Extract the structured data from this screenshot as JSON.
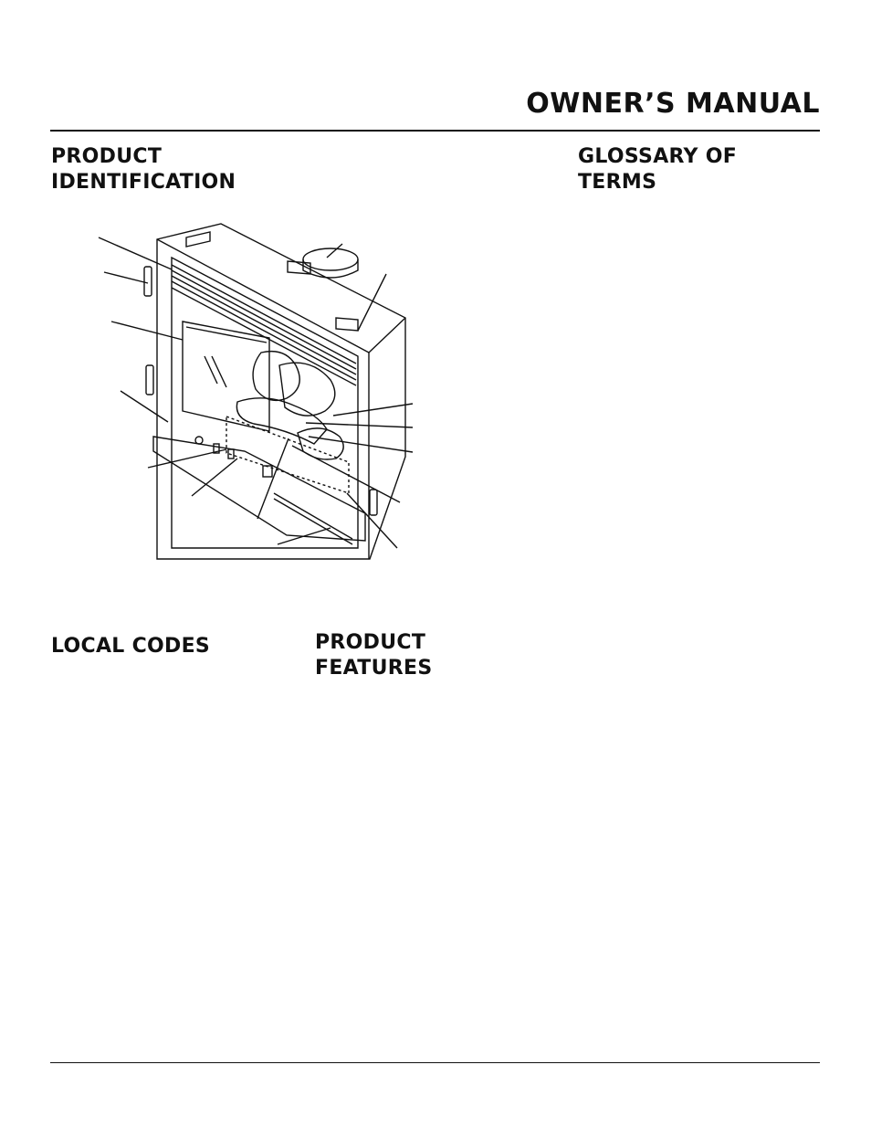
{
  "header": {
    "title": "OWNER’S MANUAL"
  },
  "sections": {
    "product_identification": {
      "line1": "PRODUCT",
      "line2": "IDENTIFICATION"
    },
    "glossary": {
      "line1": "GLOSSARY OF",
      "line2": "TERMS"
    },
    "local_codes": {
      "title": "LOCAL CODES"
    },
    "product_features": {
      "line1": "PRODUCT",
      "line2": "FEATURES"
    }
  },
  "figure": {
    "icon": "fireplace-illustration",
    "line_color": "#111111"
  }
}
